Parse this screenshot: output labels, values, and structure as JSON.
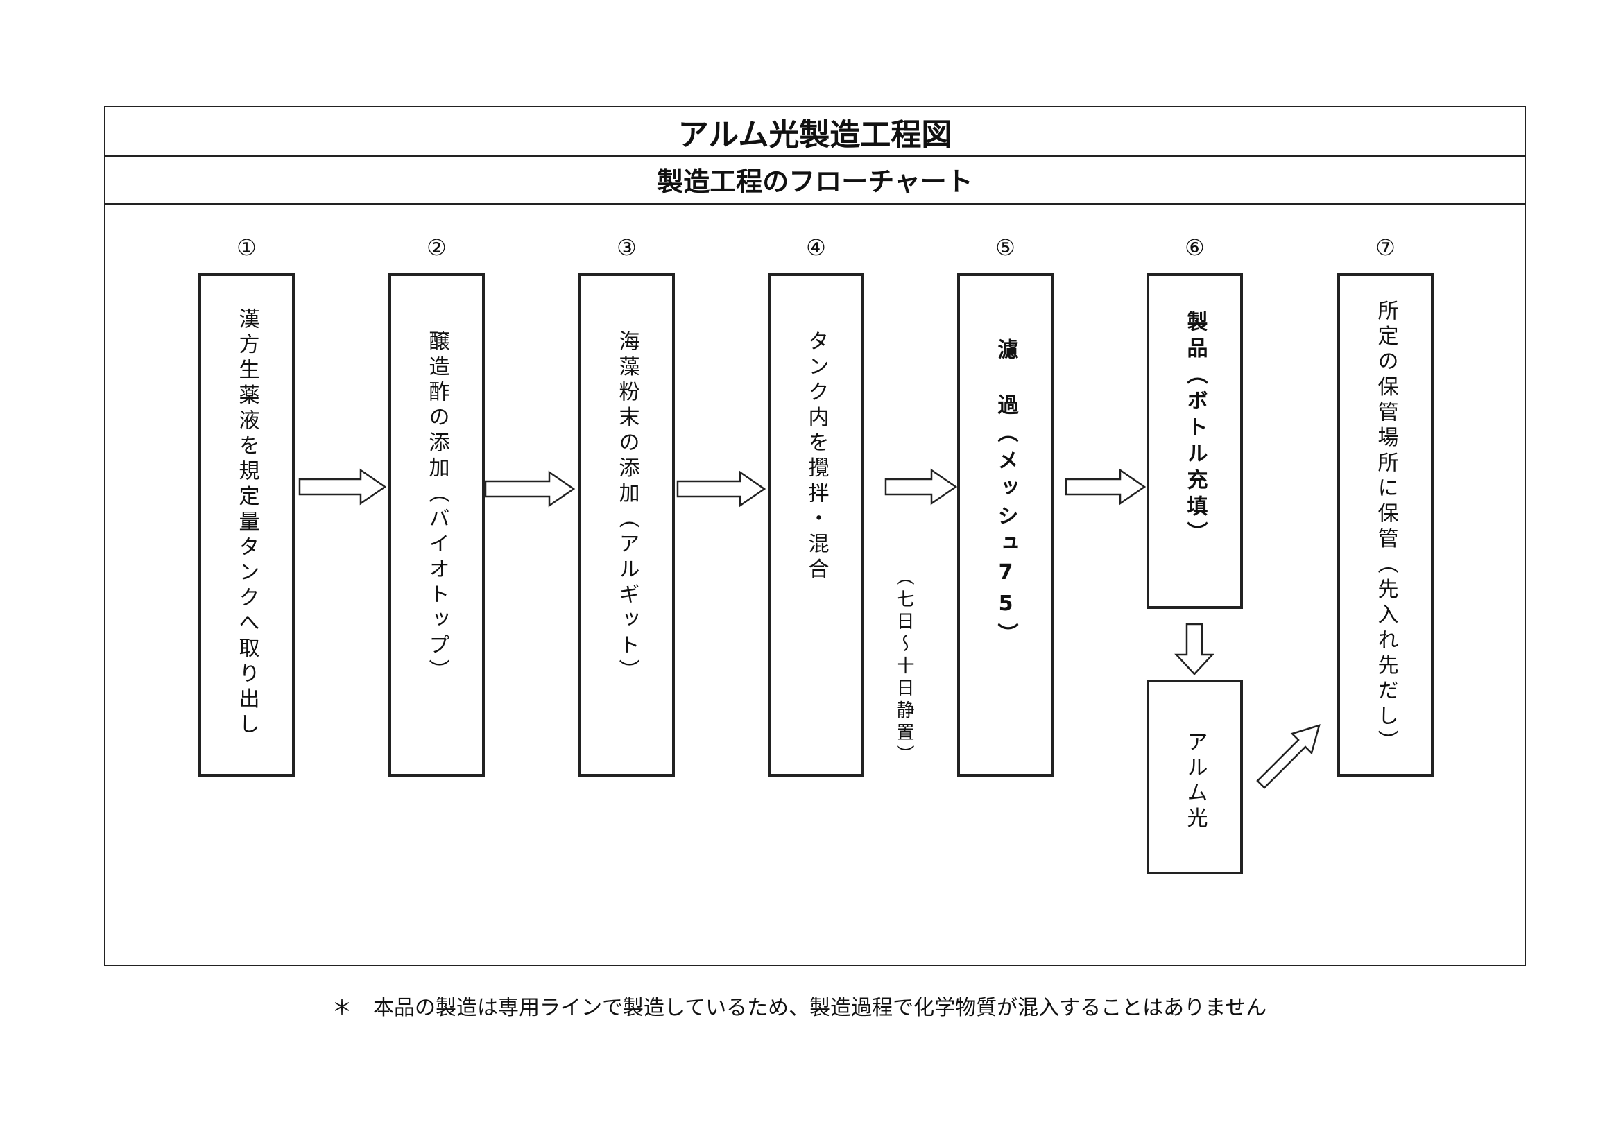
{
  "title": "アルム光製造工程図",
  "subtitle": "製造工程のフローチャート",
  "steps": [
    {
      "number": "①",
      "text": "漢方生薬液を規定量タンクへ取り出し"
    },
    {
      "number": "②",
      "text": "醸造酢の添加（バイオトップ）"
    },
    {
      "number": "③",
      "text": "海藻粉末の添加（アルギット）"
    },
    {
      "number": "④",
      "text": "タンク内を攪拌・混合"
    },
    {
      "number": "⑤",
      "text": "濾　過（メッシュ75）"
    },
    {
      "number": "⑥",
      "text": "製品（ボトル充填）"
    },
    {
      "number": "⑦",
      "text": "所定の保管場所に保管（先入れ先だし）"
    }
  ],
  "product_box": "アルム光",
  "rest_note": "（七日～十日静置）",
  "footer": "＊　本品の製造は専用ラインで製造しているため、製造過程で化学物質が混入することはありません"
}
